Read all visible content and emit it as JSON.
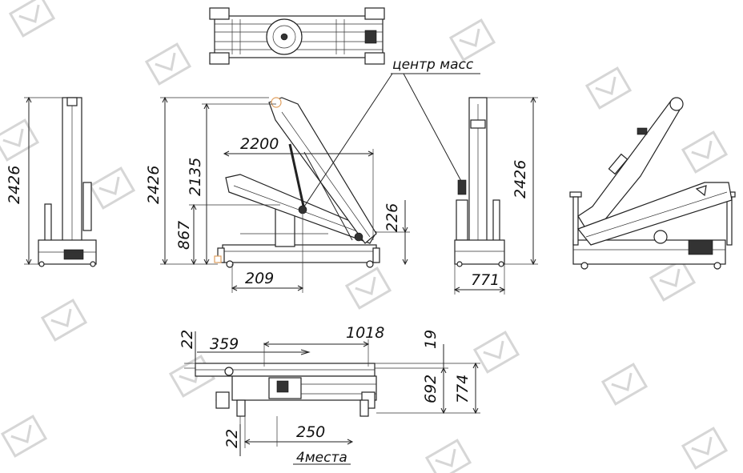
{
  "annotations": {
    "center_of_mass": "центр масс",
    "four_places": "4места"
  },
  "dimensions": {
    "left_view_height": "2426",
    "front_view_height": "2426",
    "front_view_2135": "2135",
    "front_view_2200": "2200",
    "front_view_867": "867",
    "front_view_226": "226",
    "front_view_209": "209",
    "rear_view_height": "2426",
    "rear_view_771": "771",
    "bottom_view_22_top": "22",
    "bottom_view_359": "359",
    "bottom_view_1018": "1018",
    "bottom_view_19": "19",
    "bottom_view_692": "692",
    "bottom_view_774": "774",
    "bottom_view_22_bottom": "22",
    "bottom_view_250": "250"
  },
  "colors": {
    "line": "#222222",
    "watermark": "#d6d6d6",
    "marker": "#e0a060"
  }
}
